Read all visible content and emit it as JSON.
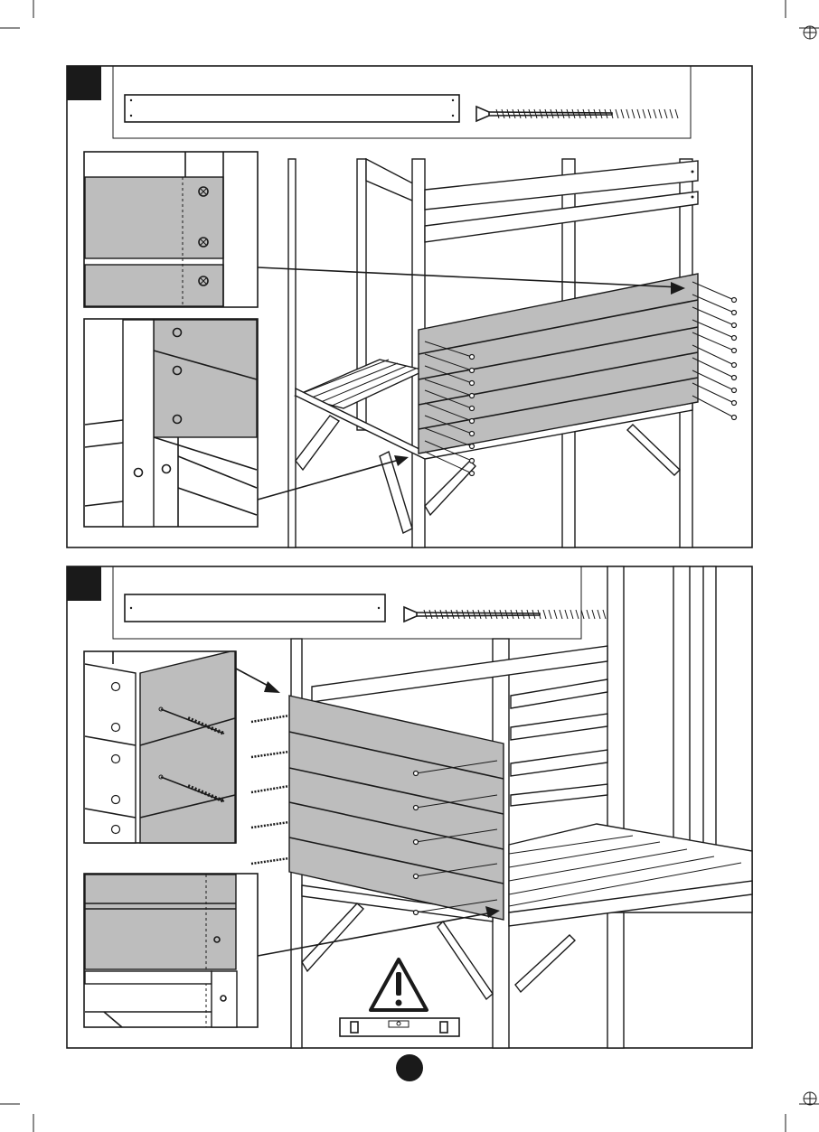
{
  "colors": {
    "line": "#1a1a1a",
    "panel_fill": "#bdbdbd",
    "step_marker": "#1a1a1a",
    "background": "#ffffff"
  },
  "icons": {
    "warning": "warning-triangle-icon",
    "level": "spirit-level-icon",
    "screw": "screw-icon"
  },
  "steps": [
    {
      "parts": [
        "board",
        "screw"
      ],
      "detail_views": 2
    },
    {
      "parts": [
        "board",
        "screw"
      ],
      "detail_views": 2
    }
  ]
}
